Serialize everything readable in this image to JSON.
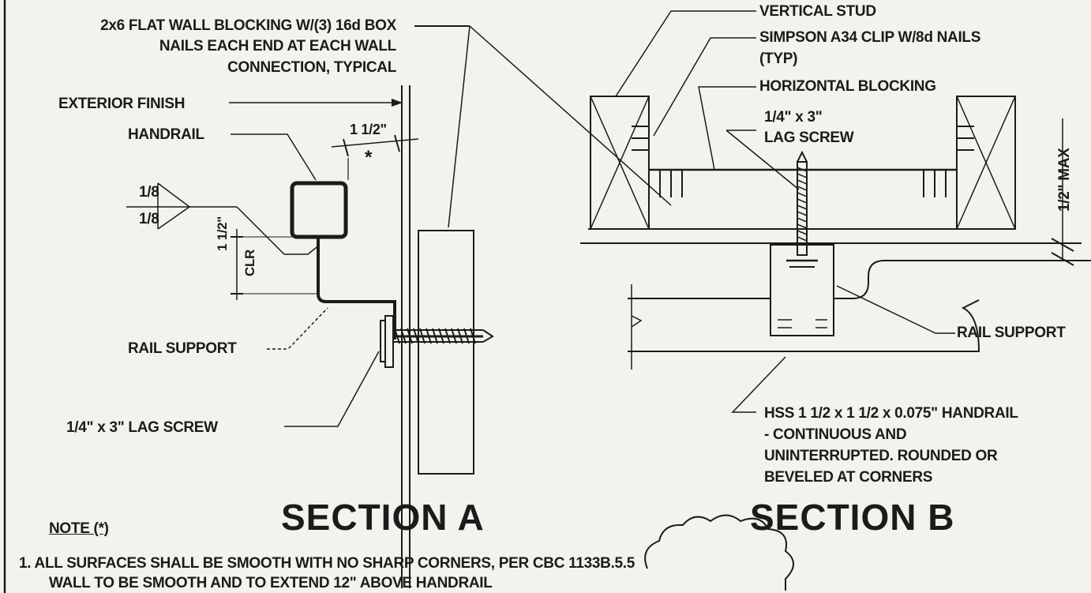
{
  "section_a": {
    "title": "SECTION A",
    "blocking_line1": "2x6 FLAT WALL BLOCKING W/(3) 16d BOX",
    "blocking_line2": "NAILS EACH END AT EACH WALL",
    "blocking_line3": "CONNECTION, TYPICAL",
    "exterior_finish": "EXTERIOR FINISH",
    "handrail": "HANDRAIL",
    "weld_top": "1/8",
    "weld_bottom": "1/8",
    "dim_top": "1 1/2\"",
    "star": "*",
    "dim_clr": "1 1/2\"",
    "clr": "CLR",
    "rail_support": "RAIL SUPPORT",
    "lag_screw": "1/4\" x 3\" LAG SCREW"
  },
  "section_b": {
    "title": "SECTION B",
    "vertical_stud": "VERTICAL STUD",
    "clip_line1": "SIMPSON A34 CLIP W/8d NAILS",
    "clip_line2": "(TYP)",
    "horizontal_blocking": "HORIZONTAL BLOCKING",
    "lag_line1": "1/4\" x 3\"",
    "lag_line2": "LAG SCREW",
    "max_dim": "1/2\" MAX",
    "rail_support": "RAIL SUPPORT",
    "hss_line1": "HSS 1 1/2 x 1 1/2 x 0.075\" HANDRAIL",
    "hss_line2": "- CONTINUOUS AND",
    "hss_line3": "UNINTERRUPTED. ROUNDED OR",
    "hss_line4": "BEVELED AT CORNERS"
  },
  "notes": {
    "heading": "NOTE (*)",
    "line1": "1.  ALL SURFACES SHALL BE SMOOTH WITH NO SHARP CORNERS, PER CBC 1133B.5.5",
    "line2": "WALL TO BE SMOOTH AND TO EXTEND 12\" ABOVE HANDRAIL"
  }
}
